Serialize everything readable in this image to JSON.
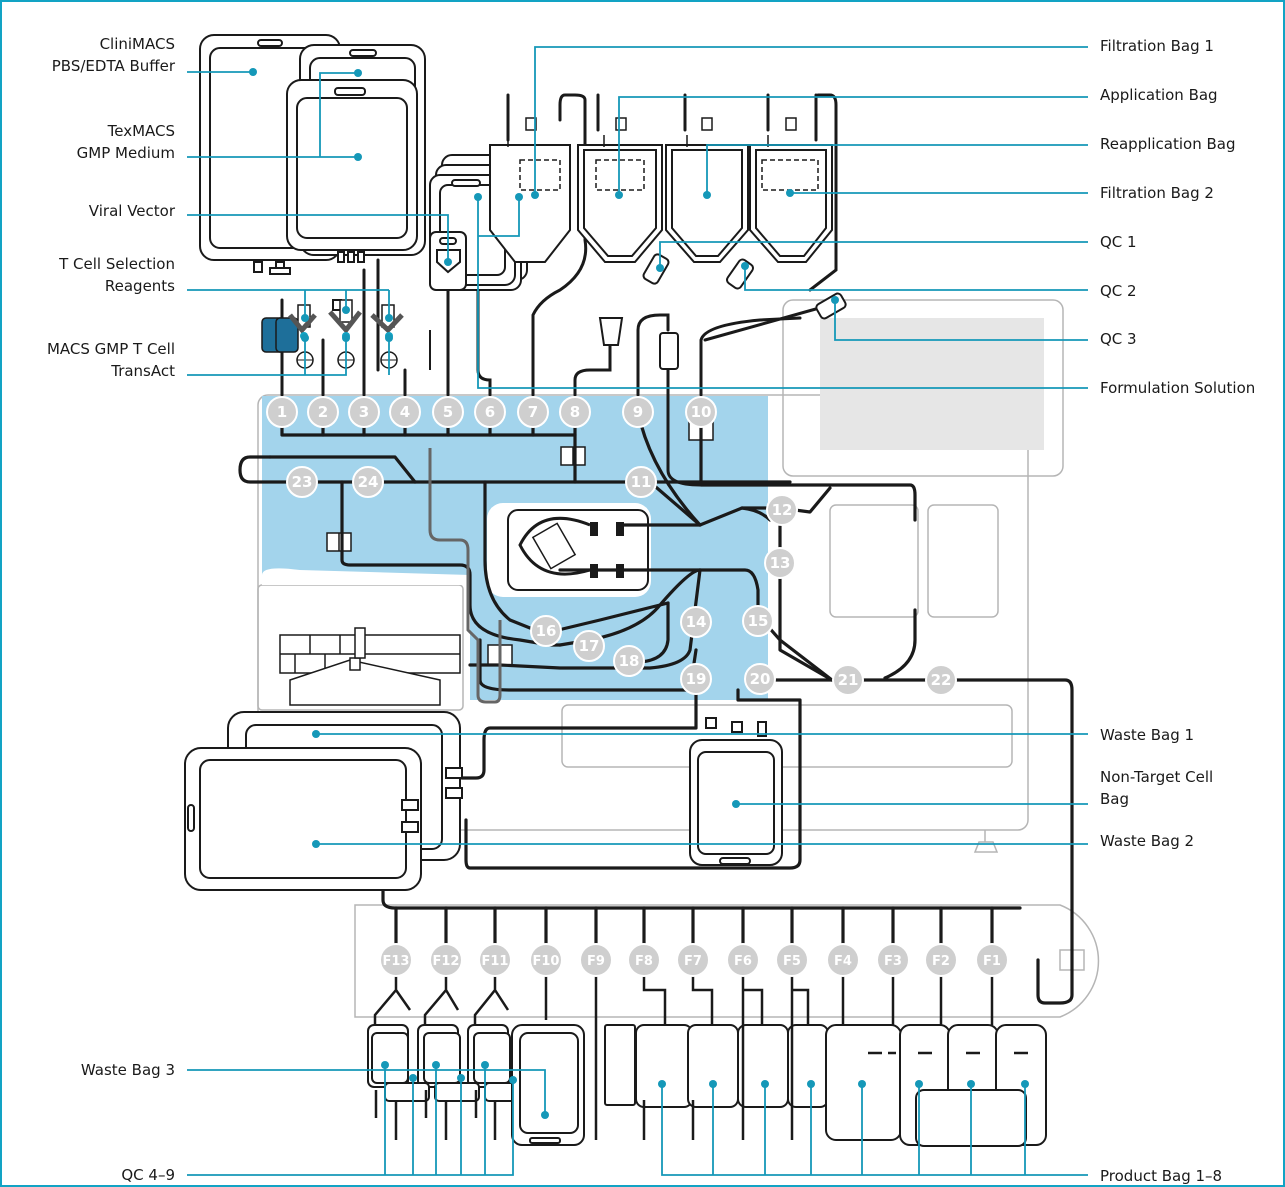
{
  "colors": {
    "border": "#12a3c4",
    "callout": "#1598b8",
    "light_blue": "#a3d4ec",
    "tube": "#1a1a1a",
    "node_fill": "#cfcfcf",
    "outline_gray": "#b5b5b5",
    "reagent_blue": "#1e6f9a"
  },
  "labels_left": [
    {
      "key": "buffer",
      "lines": [
        "CliniMACS",
        "PBS/EDTA Buffer"
      ]
    },
    {
      "key": "medium",
      "lines": [
        "TexMACS",
        "GMP Medium"
      ]
    },
    {
      "key": "vector",
      "lines": [
        "Viral Vector"
      ]
    },
    {
      "key": "reagents",
      "lines": [
        "T Cell Selection",
        "Reagents"
      ]
    },
    {
      "key": "transact",
      "lines": [
        "MACS GMP T Cell",
        "TransAct"
      ]
    },
    {
      "key": "waste3",
      "lines": [
        "Waste Bag 3"
      ]
    },
    {
      "key": "qc49",
      "lines": [
        "QC 4–9"
      ]
    }
  ],
  "labels_right": [
    {
      "key": "filt1",
      "lines": [
        "Filtration Bag 1"
      ]
    },
    {
      "key": "app",
      "lines": [
        "Application Bag"
      ]
    },
    {
      "key": "reapp",
      "lines": [
        "Reapplication Bag"
      ]
    },
    {
      "key": "filt2",
      "lines": [
        "Filtration Bag 2"
      ]
    },
    {
      "key": "qc1",
      "lines": [
        "QC 1"
      ]
    },
    {
      "key": "qc2",
      "lines": [
        "QC 2"
      ]
    },
    {
      "key": "qc3",
      "lines": [
        "QC 3"
      ]
    },
    {
      "key": "form",
      "lines": [
        "Formulation Solution"
      ]
    },
    {
      "key": "waste1",
      "lines": [
        "Waste Bag 1"
      ]
    },
    {
      "key": "nontarget",
      "lines": [
        "Non-Target Cell",
        "Bag"
      ]
    },
    {
      "key": "waste2",
      "lines": [
        "Waste Bag 2"
      ]
    },
    {
      "key": "product",
      "lines": [
        "Product Bag 1–8"
      ]
    }
  ],
  "valves": [
    "1",
    "2",
    "3",
    "4",
    "5",
    "6",
    "7",
    "8",
    "9",
    "10",
    "11",
    "12",
    "13",
    "14",
    "15",
    "16",
    "17",
    "18",
    "19",
    "20",
    "21",
    "22",
    "23",
    "24"
  ],
  "ports_f": [
    "F13",
    "F12",
    "F11",
    "F10",
    "F9",
    "F8",
    "F7",
    "F6",
    "F5",
    "F4",
    "F3",
    "F2",
    "F1"
  ]
}
